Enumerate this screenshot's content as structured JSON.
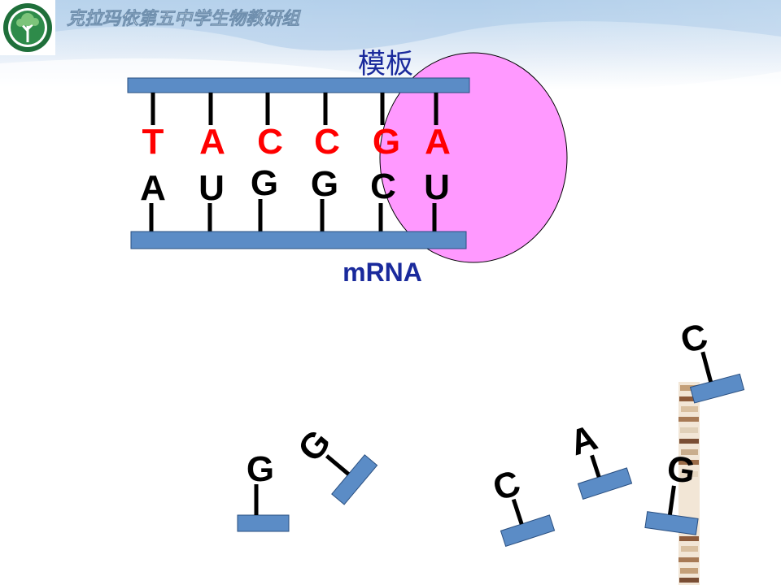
{
  "header": {
    "title": "克拉玛依第五中学生物教研组",
    "logo_icon": "tree-emblem-icon"
  },
  "diagram": {
    "template_label": "模板",
    "mrna_label": "mRNA",
    "template_bases": [
      "T",
      "A",
      "C",
      "C",
      "G",
      "A"
    ],
    "mrna_bases": [
      "A",
      "U",
      "G",
      "G",
      "C",
      "U"
    ],
    "free_nucleotides": [
      "G",
      "G",
      "C",
      "A",
      "G",
      "C"
    ],
    "ribosome_icon": "ribosome-circle-icon",
    "books_icon": "book-stack-icon"
  },
  "colors": {
    "strand": "#5b8cc6",
    "strand_border": "#2a4f80",
    "template_base": "#ff0000",
    "mrna_base": "#000000",
    "ribosome": "#ff99ff",
    "label": "#1a2a9c",
    "header_text": "#ffffff"
  }
}
